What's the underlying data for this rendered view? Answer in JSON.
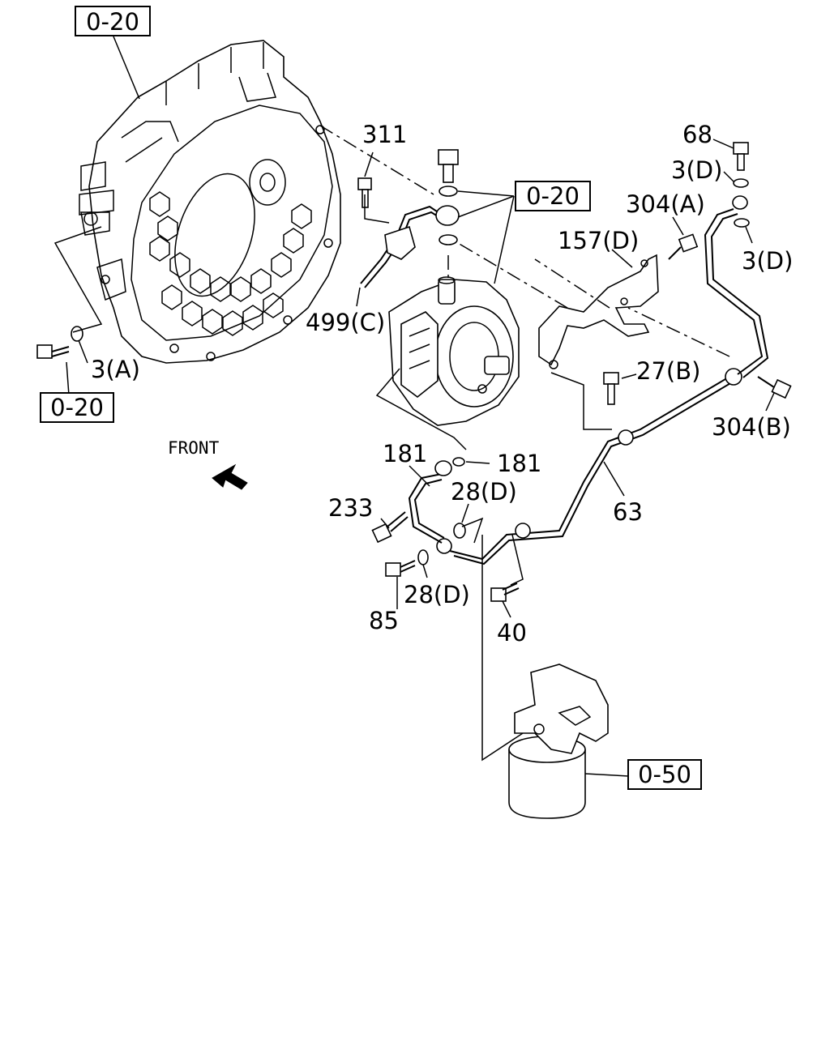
{
  "refs": {
    "r1": "0-20",
    "r2": "0-20",
    "r3": "0-20",
    "r4": "0-50"
  },
  "labels": {
    "l311": "311",
    "l499c": "499(C)",
    "l68": "68",
    "l3d_top": "3(D)",
    "l304a": "304(A)",
    "l3d_bot": "3(D)",
    "l157d": "157(D)",
    "l27b": "27(B)",
    "l304b": "304(B)",
    "l3a": "3(A)",
    "l181a": "181",
    "l181b": "181",
    "l233": "233",
    "l28d_top": "28(D)",
    "l28d_bot": "28(D)",
    "l85": "85",
    "l40": "40",
    "l63": "63"
  },
  "front_label": "FRONT",
  "icons": {
    "front_arrow": "front-direction-arrow"
  }
}
